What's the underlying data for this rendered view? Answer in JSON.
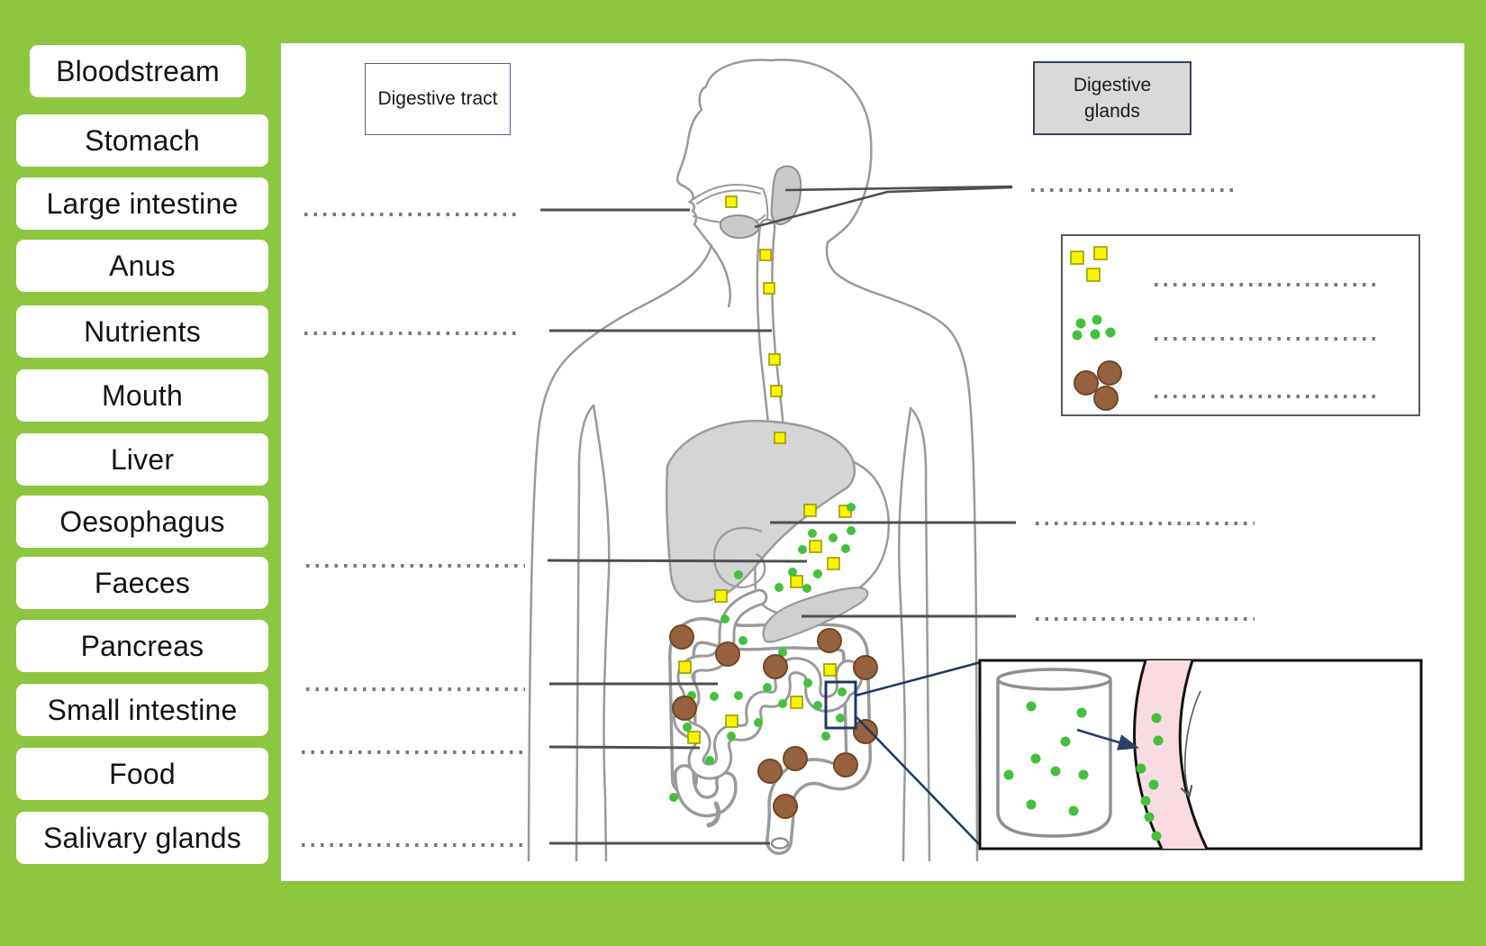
{
  "word_bank": {
    "items": [
      "Bloodstream",
      "Stomach",
      "Large intestine",
      "Anus",
      "Nutrients",
      "Mouth",
      "Liver",
      "Oesophagus",
      "Faeces",
      "Pancreas",
      "Small intestine",
      "Food",
      "Salivary glands"
    ]
  },
  "headers": {
    "digestive_tract": "Digestive tract",
    "digestive_glands": "Digestive glands"
  },
  "legend": {
    "rows": [
      {
        "symbol": "food-squares-icon",
        "color": "#FBF400"
      },
      {
        "symbol": "nutrient-dots-icon",
        "color": "#44C13C"
      },
      {
        "symbol": "faeces-circles-icon",
        "color": "#96613D"
      }
    ]
  },
  "colors": {
    "background_green": "#8DC63F",
    "food_yellow": "#FBF400",
    "nutrient_green": "#44C13C",
    "faeces_brown": "#96613D",
    "vessel_pink": "#F8DCE2",
    "navy_accent": "#1F3864",
    "organ_gray": "#D5D5D5",
    "gland_box_gray": "#D9D9D9"
  }
}
